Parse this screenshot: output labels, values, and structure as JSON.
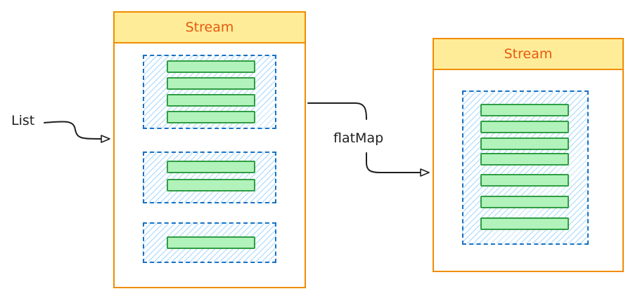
{
  "input_label": "List",
  "operation_label": "flatMap",
  "left_stream": {
    "title": "Stream",
    "groups": [
      {
        "item_count": 4
      },
      {
        "item_count": 2
      },
      {
        "item_count": 1
      }
    ]
  },
  "right_stream": {
    "title": "Stream",
    "groups": [
      {
        "item_count": 7
      }
    ]
  },
  "colors": {
    "stream_border": "#f08c00",
    "stream_header_fill": "#ffec99",
    "stream_title": "#e8590c",
    "group_border": "#1971c2",
    "group_hatch": "#a5d8ff",
    "item_fill": "#b2f2bb",
    "item_border": "#2f9e44",
    "arrow": "#1e1e1e"
  }
}
